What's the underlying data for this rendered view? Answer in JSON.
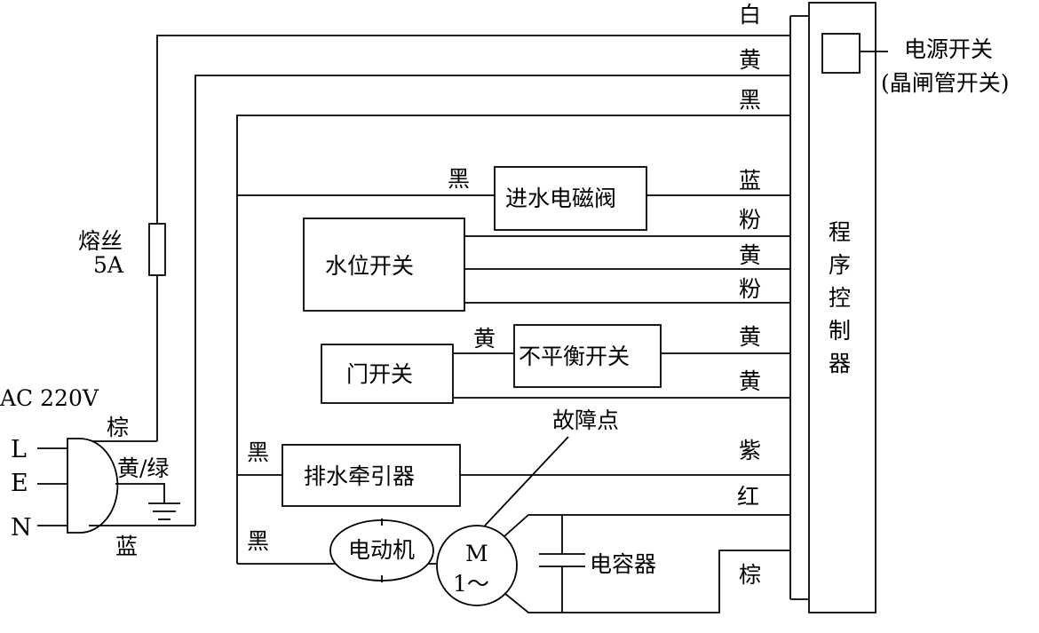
{
  "labels": {
    "power_switch_1": "电源开关",
    "power_switch_2": "(晶闸管开关)",
    "program_controller": [
      "程",
      "序",
      "控",
      "制",
      "器"
    ],
    "inlet_valve": "进水电磁阀",
    "water_level_switch": "水位开关",
    "door_switch": "门开关",
    "unbalance_switch": "不平衡开关",
    "drain_tractor": "排水牵引器",
    "motor_label": "电动机",
    "motor_symbol_1": "M",
    "motor_symbol_2": "1～",
    "capacitor": "电容器",
    "fault_point": "故障点",
    "fuse_1": "熔丝",
    "fuse_2": "5A",
    "ac": "AC 220V",
    "plug_l": "L",
    "plug_e": "E",
    "plug_n": "N"
  },
  "wire_colors": {
    "white": "白",
    "yellow_1": "黄",
    "black_1": "黑",
    "blue": "蓝",
    "pink_1": "粉",
    "yellow_2": "黄",
    "pink_2": "粉",
    "yellow_3": "黄",
    "yellow_4": "黄",
    "purple": "紫",
    "red": "红",
    "brown_right": "棕",
    "black_valve": "黑",
    "yellow_door": "黄",
    "black_drain": "黑",
    "black_motor": "黑",
    "brown_plug": "棕",
    "yellow_green": "黄/绿",
    "blue_plug": "蓝"
  }
}
